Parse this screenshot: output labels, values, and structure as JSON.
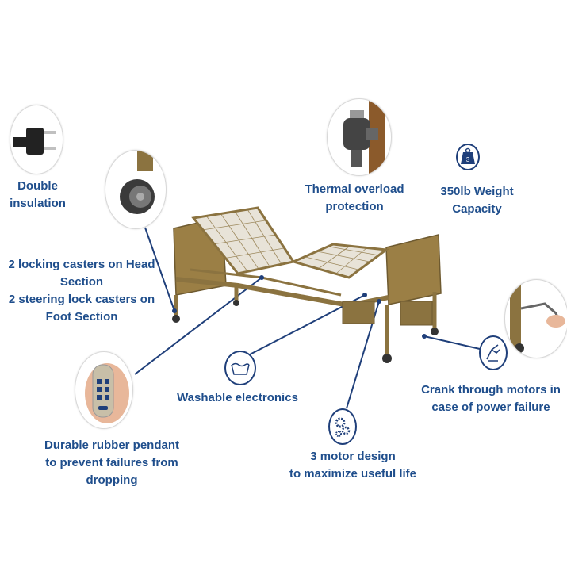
{
  "callouts": {
    "double_insulation": [
      "Double",
      "insulation"
    ],
    "thermal": [
      "Thermal overload",
      "protection"
    ],
    "weight": [
      "350lb Weight",
      "Capacity"
    ],
    "casters": [
      "2 locking casters on Head",
      "Section",
      "2 steering lock casters on",
      "Foot Section"
    ],
    "washable": [
      "Washable electronics"
    ],
    "crank": [
      "Crank through motors in",
      "case of power failure"
    ],
    "pendant": [
      "Durable rubber pendant",
      "to prevent failures from",
      "dropping"
    ],
    "motor": [
      "3 motor design",
      "to maximize useful life"
    ]
  },
  "weight_badge_text": "3",
  "colors": {
    "label": "#1f4e8c",
    "line": "#1f3f7a",
    "bed_frame": "#8b7340",
    "panel": "#9b7f45"
  },
  "icons": [
    "plug-icon",
    "caster-wheel-icon",
    "motor-icon",
    "weight-icon",
    "wash-basin-icon",
    "hand-crank-icon",
    "gears-icon",
    "pendant-remote-icon"
  ]
}
